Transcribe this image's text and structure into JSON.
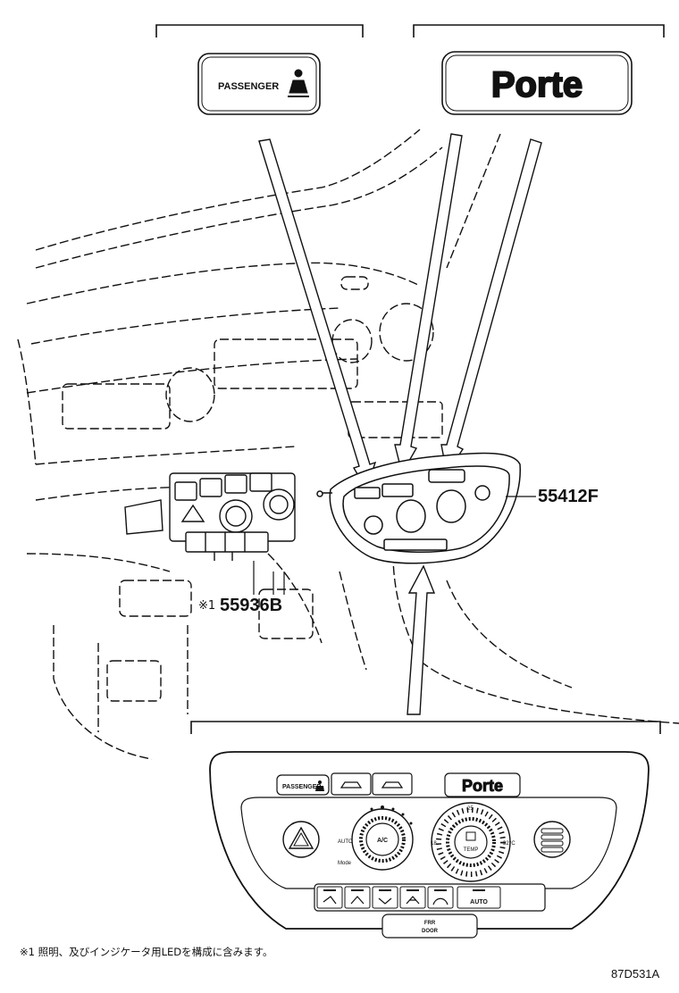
{
  "badges": {
    "passenger": "PASSENGER",
    "porte": "Porte"
  },
  "callouts": {
    "part_a": "55412F",
    "part_b": "55936B",
    "part_b_note_mark": "※1"
  },
  "panel": {
    "passenger_label": "PASSENGER",
    "porte_logo": "Porte",
    "ac_label": "A/C",
    "auto_knob_label": "AUTO",
    "mode_label": "Mode",
    "temp_knob_label": "TEMP",
    "temp_low": "18",
    "temp_high": "32",
    "temp_top": "25",
    "temp_unit_label": "°C",
    "auto_button": "AUTO",
    "door_button_top": "FRR",
    "door_button_bottom": "DOOR"
  },
  "footnote": "※1 照明、及びインジケータ用LEDを構成に含みます。",
  "figure_id": "87D531A",
  "colors": {
    "ink": "#111111",
    "paper": "#ffffff"
  }
}
